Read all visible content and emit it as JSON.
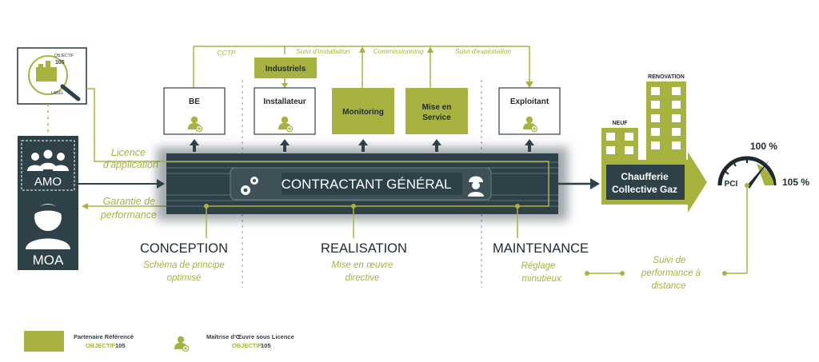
{
  "colors": {
    "olive": "#a8b33f",
    "dark": "#2e4149",
    "text_dark": "#1f2a30",
    "white": "#ffffff"
  },
  "label_logo": {
    "badge_top": "OBJECTIF",
    "badge_num": "105",
    "ring_text": "LABEL"
  },
  "left": {
    "amo": "AMO",
    "moa": "MOA",
    "licence_line1": "Licence",
    "licence_line2": "d'application",
    "garantie_line1": "Garantie de",
    "garantie_line2": "performance"
  },
  "top_labels": {
    "cctp": "CCTP",
    "suivi_installation": "Suivi d'installation",
    "commissionning": "Commissionning",
    "suivi_exploitation": "Suivi d'exploitation",
    "industriels": "Industriels"
  },
  "boxes": {
    "be": "BE",
    "installateur": "Installateur",
    "monitoring": "Monitoring",
    "mise_en_service_1": "Mise en",
    "mise_en_service_2": "Service",
    "exploitant": "Exploitant"
  },
  "center": {
    "title": "CONTRACTANT GÉNÉRAL"
  },
  "phases": [
    {
      "title": "CONCEPTION",
      "sub1": "Schéma de principe",
      "sub2": "optimisé"
    },
    {
      "title": "REALISATION",
      "sub1": "Mise en œuvre",
      "sub2": "directive"
    },
    {
      "title": "MAINTENANCE",
      "sub1": "Réglage",
      "sub2": "minutieux"
    }
  ],
  "right": {
    "renovation": "RENOVATION",
    "neuf": "NEUF",
    "chaufferie_1": "Chaufferie",
    "chaufferie_2": "Collective Gaz",
    "gauge_pci": "PCI",
    "gauge_100": "100 %",
    "gauge_105": "105 %",
    "suivi_1": "Suivi de",
    "suivi_2": "performance à",
    "suivi_3": "distance"
  },
  "legend": {
    "partner_label": "Partenaire Référencé",
    "partner_obj": "OBJECTIF",
    "partner_num": "105",
    "licence_label": "Maîtrise d'Œuvre sous Licence",
    "licence_obj": "OBJECTIF",
    "licence_num": "105"
  }
}
